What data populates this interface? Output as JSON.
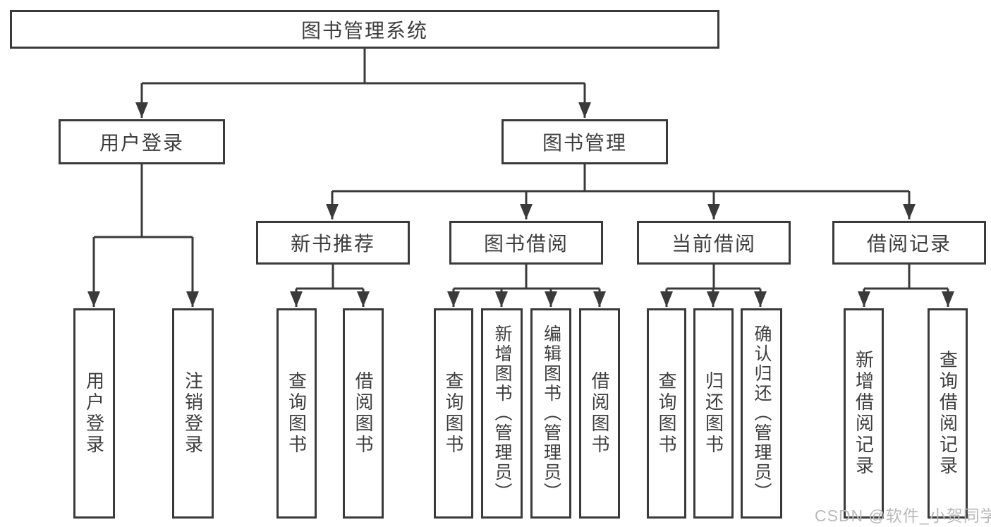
{
  "diagram": {
    "title_node": "图书管理系统",
    "tree": {
      "root": {
        "label": "图书管理系统",
        "children": [
          {
            "label": "用户登录",
            "children": [
              {
                "label": "用户登录"
              },
              {
                "label": "注销登录"
              }
            ]
          },
          {
            "label": "图书管理",
            "children": [
              {
                "label": "新书推荐",
                "children": [
                  {
                    "label": "查询图书"
                  },
                  {
                    "label": "借阅图书"
                  }
                ]
              },
              {
                "label": "图书借阅",
                "children": [
                  {
                    "label": "查询图书"
                  },
                  {
                    "label": "新增图书（管理员）"
                  },
                  {
                    "label": "编辑图书（管理员）"
                  },
                  {
                    "label": "借阅图书"
                  }
                ]
              },
              {
                "label": "当前借阅",
                "children": [
                  {
                    "label": "查询图书"
                  },
                  {
                    "label": "归还图书"
                  },
                  {
                    "label": "确认归还（管理员）"
                  }
                ]
              },
              {
                "label": "借阅记录",
                "children": [
                  {
                    "label": "新增借阅记录"
                  },
                  {
                    "label": "查询借阅记录"
                  }
                ]
              }
            ]
          }
        ]
      }
    }
  },
  "watermark": {
    "text": "CSDN @软件_小贺同学"
  },
  "colors": {
    "line": "#3a3a3a",
    "text": "#3d3d3d",
    "watermark": "#b9b9b9",
    "bg": "#ffffff"
  }
}
